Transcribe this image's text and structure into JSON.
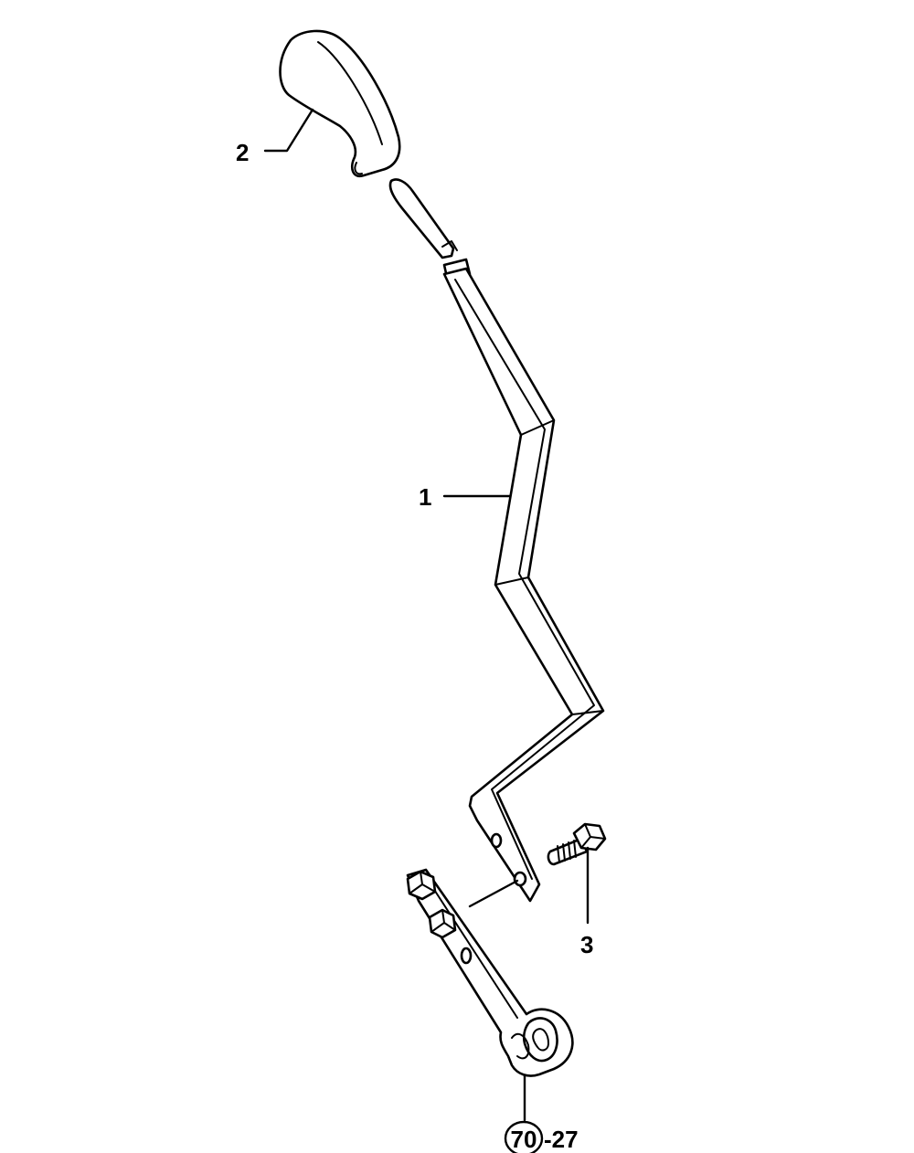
{
  "callouts": {
    "lever": "1",
    "knob": "2",
    "bolt": "3",
    "reference_circle": "70",
    "reference_suffix": "-27"
  },
  "colors": {
    "line": "#000000",
    "background": "#ffffff"
  }
}
